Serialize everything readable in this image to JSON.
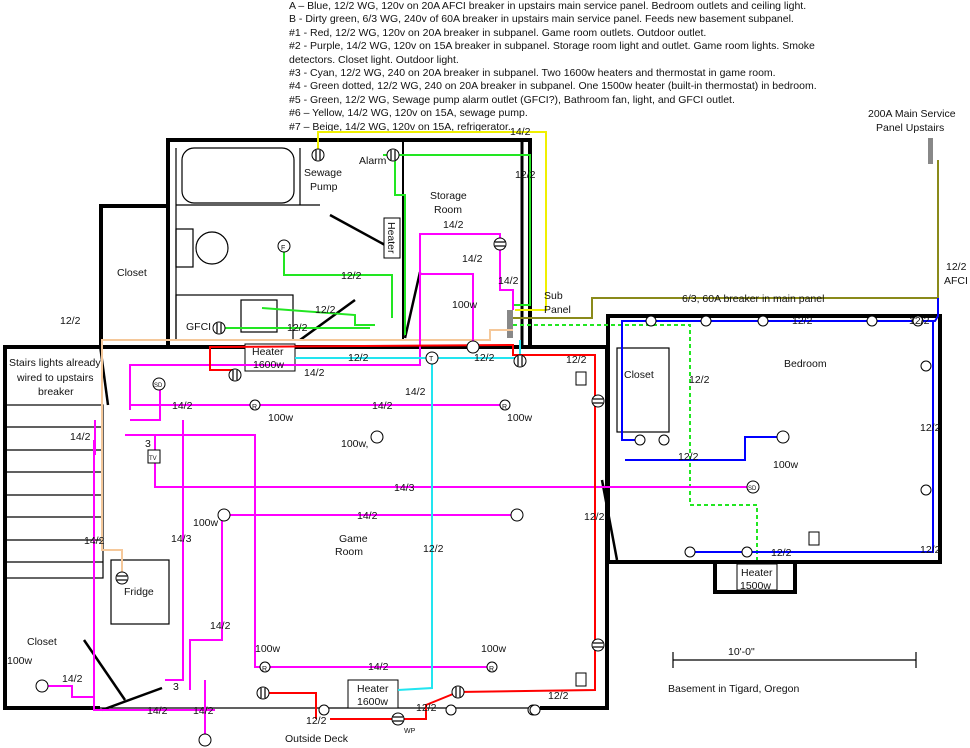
{
  "legend": [
    "A – Blue, 12/2 WG, 120v on 20A AFCI breaker in upstairs main service panel. Bedroom outlets and ceiling light.",
    "B -  Dirty green, 6/3 WG, 240v of 60A breaker in upstairs main service panel. Feeds new basement subpanel.",
    "#1 - Red, 12/2 WG, 120v on 20A breaker in subpanel. Game room outlets. Outdoor outlet.",
    "#2 - Purple, 14/2 WG, 120v on 15A breaker in subpanel. Storage room light and outlet. Game room lights. Smoke",
    "detectors. Closet light. Outdoor light.",
    "#3 - Cyan, 12/2 WG, 240 on 20A breaker in subpanel. Two 1600w heaters and thermostat in game room.",
    "#4 - Green dotted, 12/2 WG, 240 on 20A breaker in subpanel. One 1500w heater (built-in thermostat) in bedroom.",
    "#5 - Green, 12/2 WG, Sewage pump alarm outlet (GFCI?), Bathroom fan, light, and GFCI outlet.",
    "#6 – Yellow, 14/2 WG, 120v on 15A, sewage pump.",
    "#7 – Beige, 14/2 WG, 120v on 15A, refrigerator."
  ],
  "rooms": {
    "closet_top": "Closet",
    "sewage_pump": [
      "Sewage",
      "Pump"
    ],
    "alarm": "Alarm",
    "storage_room": [
      "Storage",
      "Room"
    ],
    "heater_vertical": "Heater",
    "gfci": "GFCI",
    "sub_panel": [
      "Sub",
      "Panel"
    ],
    "heater_top": [
      "Heater",
      "1600w"
    ],
    "stairs_note": [
      "Stairs lights already",
      "wired to upstairs",
      "breaker"
    ],
    "closet_bedroom": "Closet",
    "bedroom": "Bedroom",
    "game_room": [
      "Game",
      "Room"
    ],
    "fridge": "Fridge",
    "closet_bottom": "Closet",
    "heater_bottom": [
      "Heater",
      "1600w"
    ],
    "outside_deck": "Outside Deck",
    "wp": "WP",
    "heater_bedroom": [
      "Heater",
      "1500w"
    ],
    "main_panel": [
      "200A Main Service",
      "Panel Upstairs"
    ],
    "afci": "AFCI",
    "feeder": "6/3, 60A breaker in main panel",
    "scale": "10'-0\"",
    "caption": "Basement in Tigard, Oregon"
  },
  "wattage": [
    "100w",
    "100w",
    "100w",
    "100w,",
    "100w",
    "100w",
    "100w",
    "100w",
    "100w"
  ],
  "wire_labels": {
    "w142": "14/2",
    "w122": "12/2",
    "w143": "14/3"
  },
  "symbols": {
    "fan": "F",
    "recessed": "R",
    "smoke": "SD",
    "thermostat": "T",
    "tv": "TV",
    "three_way": "3"
  },
  "colors": {
    "A_blue": "#0000ff",
    "B_olive": "#8a8a1a",
    "c1_red": "#ff0000",
    "c2_purple": "#ff00ff",
    "c3_cyan": "#22e5f0",
    "c4_green_dotted": "#22e622",
    "c5_green": "#22e622",
    "c6_yellow": "#f0f000",
    "c7_beige": "#f5c89a"
  }
}
